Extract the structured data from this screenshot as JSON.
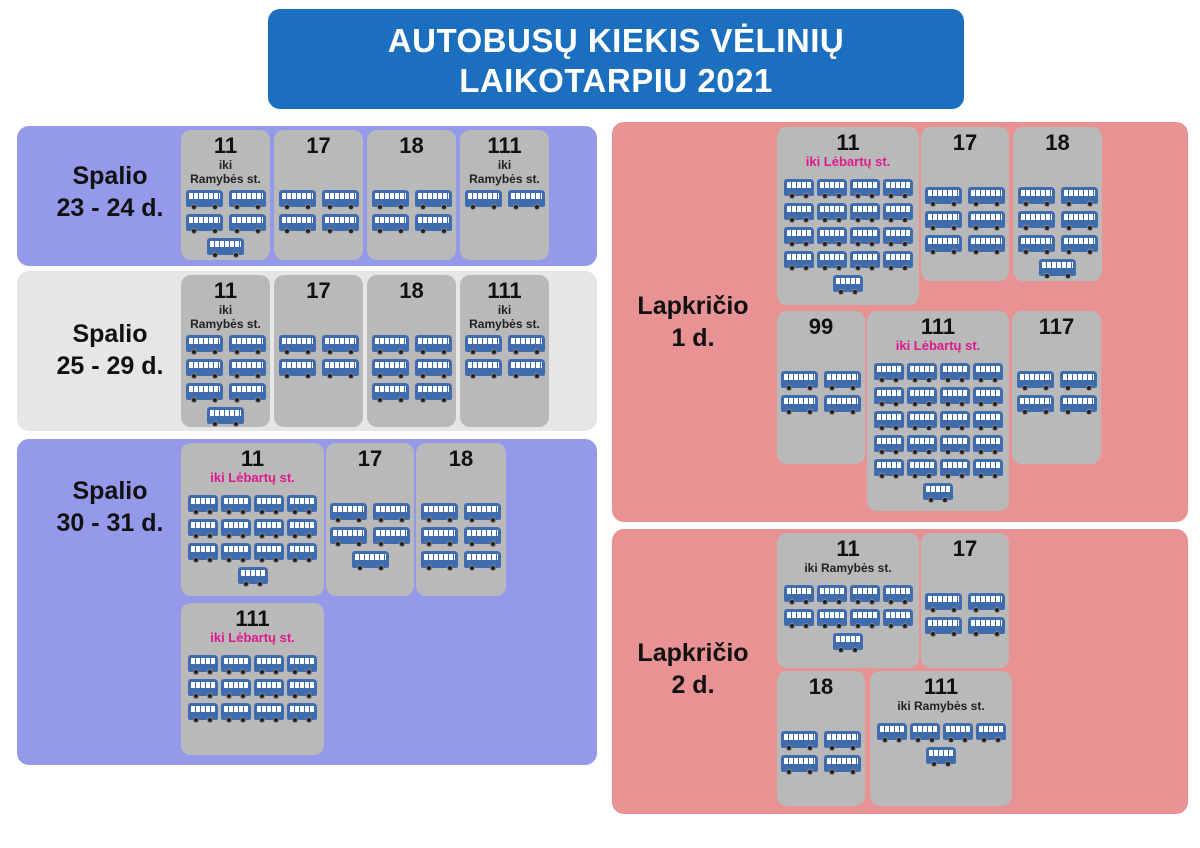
{
  "title": {
    "line1": "AUTOBUSŲ KIEKIS VĖLINIŲ",
    "line2": "LAIKOTARPIU 2021"
  },
  "panels": [
    {
      "label": [
        "Spalio",
        "23 - 24 d."
      ],
      "cards": [
        {
          "route": "11",
          "sub": "iki\nRamybės st.",
          "pink": false,
          "buses": 5
        },
        {
          "route": "17",
          "sub": "",
          "pink": false,
          "buses": 4
        },
        {
          "route": "18",
          "sub": "",
          "pink": false,
          "buses": 4
        },
        {
          "route": "111",
          "sub": "iki\nRamybės st.",
          "pink": false,
          "buses": 2
        }
      ]
    },
    {
      "label": [
        "Spalio",
        "25 - 29 d."
      ],
      "cards": [
        {
          "route": "11",
          "sub": "iki\nRamybės st.",
          "pink": false,
          "buses": 7
        },
        {
          "route": "17",
          "sub": "",
          "pink": false,
          "buses": 4
        },
        {
          "route": "18",
          "sub": "",
          "pink": false,
          "buses": 6
        },
        {
          "route": "111",
          "sub": "iki\nRamybės st.",
          "pink": false,
          "buses": 4
        }
      ]
    },
    {
      "label": [
        "Spalio",
        "30 - 31 d."
      ],
      "cards": [
        {
          "route": "11",
          "sub": "iki Lėbartų st.",
          "pink": true,
          "buses": 13
        },
        {
          "route": "17",
          "sub": "",
          "pink": false,
          "buses": 5
        },
        {
          "route": "18",
          "sub": "",
          "pink": false,
          "buses": 6
        },
        {
          "route": "111",
          "sub": "iki Lėbartų st.",
          "pink": true,
          "buses": 12
        }
      ]
    },
    {
      "label": [
        "Lapkričio",
        "1 d."
      ],
      "cards": [
        {
          "route": "11",
          "sub": "iki Lėbartų st.",
          "pink": true,
          "buses": 17
        },
        {
          "route": "17",
          "sub": "",
          "pink": false,
          "buses": 6
        },
        {
          "route": "18",
          "sub": "",
          "pink": false,
          "buses": 7
        },
        {
          "route": "99",
          "sub": "",
          "pink": false,
          "buses": 4
        },
        {
          "route": "111",
          "sub": "iki Lėbartų st.",
          "pink": true,
          "buses": 21
        },
        {
          "route": "117",
          "sub": "",
          "pink": false,
          "buses": 4
        }
      ]
    },
    {
      "label": [
        "Lapkričio",
        "2 d."
      ],
      "cards": [
        {
          "route": "11",
          "sub": "iki Ramybės st.",
          "pink": false,
          "buses": 9
        },
        {
          "route": "17",
          "sub": "",
          "pink": false,
          "buses": 4
        },
        {
          "route": "18",
          "sub": "",
          "pink": false,
          "buses": 4
        },
        {
          "route": "111",
          "sub": "iki Ramybės st.",
          "pink": false,
          "buses": 5
        }
      ]
    }
  ],
  "colors": {
    "title_bg": "#1b6fbe",
    "violet": "#9599e9",
    "grey": "#e6e6e6",
    "pink": "#e89294",
    "card": "#b9b9b9",
    "bus": "#3f6cae",
    "pink_text": "#e0198c"
  }
}
